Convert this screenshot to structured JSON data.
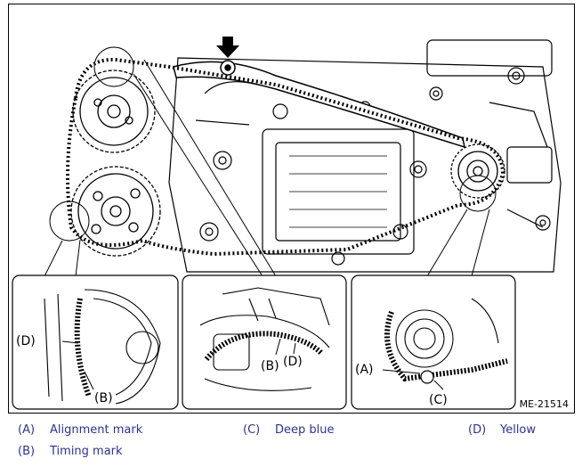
{
  "figure": {
    "id": "ME-21514",
    "callouts": {
      "d_left": "(D)",
      "b_left": "(B)",
      "b_mid": "(B)",
      "d_mid": "(D)",
      "a_right": "(A)",
      "c_right": "(C)"
    }
  },
  "legend": [
    {
      "code": "(A)",
      "label": "Alignment mark"
    },
    {
      "code": "(C)",
      "label": "Deep blue"
    },
    {
      "code": "(D)",
      "label": "Yellow"
    },
    {
      "code": "(B)",
      "label": "Timing mark"
    }
  ],
  "colors": {
    "legend_text": "#2e3192",
    "line": "#000000"
  }
}
